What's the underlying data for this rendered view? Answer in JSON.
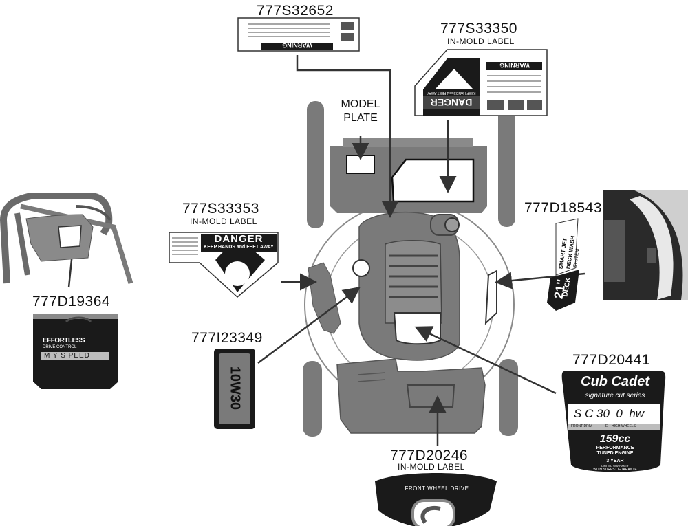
{
  "colors": {
    "machine": "#7a7a7a",
    "machine_dark": "#3c3c3c",
    "label_black": "#1a1a1a",
    "outline": "#222222"
  },
  "callouts": {
    "decal_top": {
      "part": "777S32652"
    },
    "decal_right_top": {
      "part": "777S33350",
      "note": "IN-MOLD LABEL"
    },
    "model_plate": {
      "line1": "MODEL",
      "line2": "PLATE"
    },
    "decal_left_mid": {
      "part": "777S33353",
      "note": "IN-MOLD LABEL"
    },
    "decal_deck": {
      "part": "777D18543"
    },
    "decal_handle": {
      "part": "777D19364"
    },
    "decal_oil": {
      "part": "777I23349"
    },
    "decal_engine": {
      "part": "777D20441"
    },
    "decal_front": {
      "part": "777D20246",
      "note": "IN-MOLD LABEL"
    }
  },
  "labels": {
    "warning_small": {
      "text": "WARNING"
    },
    "danger_large": {
      "title": "DANGER",
      "subtitle": "KEEP HANDS and FEET AWAY",
      "warning": "WARNING"
    },
    "danger_left": {
      "title": "DANGER",
      "subtitle": "KEEP HANDS and FEET AWAY"
    },
    "drive": {
      "line1": "EFFORTLESS",
      "line2": "DRIVE CONTROL",
      "line3": "M Y S PEED"
    },
    "oil": {
      "text": "10W30"
    },
    "deck_wash": {
      "line1": "SMART JET",
      "line2": "DECK WASH",
      "line3": "SYSTEM",
      "size": "21\"",
      "word": "DECK"
    },
    "cubcadet": {
      "brand": "Cub Cadet",
      "series": "signature cut series",
      "model": "S C 30  0  hw",
      "row1": "FRONT DRIV",
      "row1b": "E + HIGH WHEELS",
      "cc": "159cc",
      "perf": "PERFORMANCE",
      "tuned": "TUNED ENGINE",
      "warr": "3 YEAR",
      "warr2": "LIMITED WARRANTY",
      "warr3": "WITH SUREST GUARANTE"
    },
    "front": {
      "text": "FRONT WHEEL DRIVE"
    }
  }
}
